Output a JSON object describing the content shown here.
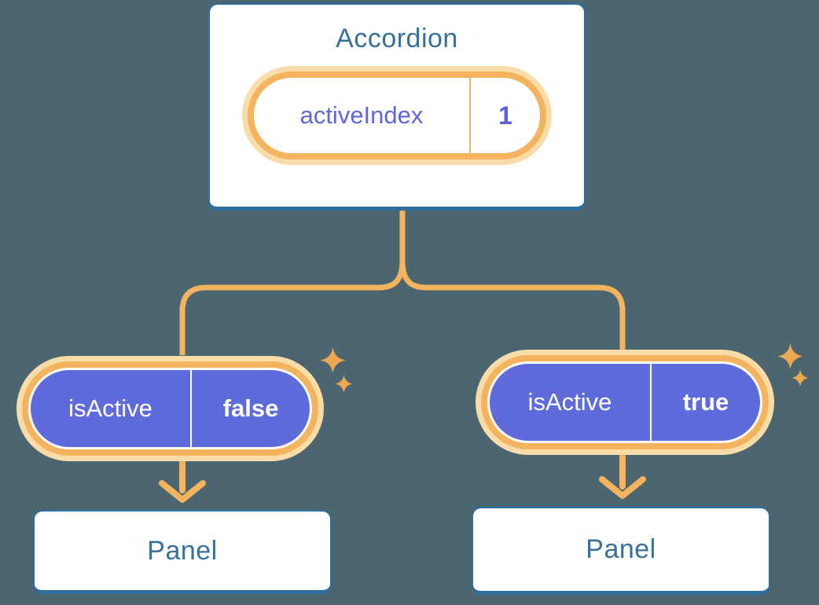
{
  "diagram": {
    "description": "Component tree showing lifted state: an Accordion component holding activeIndex state passes isActive props down to two Panel children",
    "accordion": {
      "title": "Accordion",
      "state": {
        "label": "activeIndex",
        "value": "1"
      }
    },
    "children": [
      {
        "prop": {
          "label": "isActive",
          "value": "false"
        },
        "panel_title": "Panel"
      },
      {
        "prop": {
          "label": "isActive",
          "value": "true"
        },
        "panel_title": "Panel"
      }
    ],
    "colors": {
      "background": "#4C6671",
      "card_border": "#2E6D9E",
      "card_text": "#35719C",
      "connector_orange": "#F4B45F",
      "pill_halo": "#F9DCA7",
      "sparkle": "#F0A84E",
      "prop_pill_purple": "#5F6BDB",
      "state_text_indigo": "#6165DE",
      "pill_text_white": "#FFFFFF"
    }
  }
}
